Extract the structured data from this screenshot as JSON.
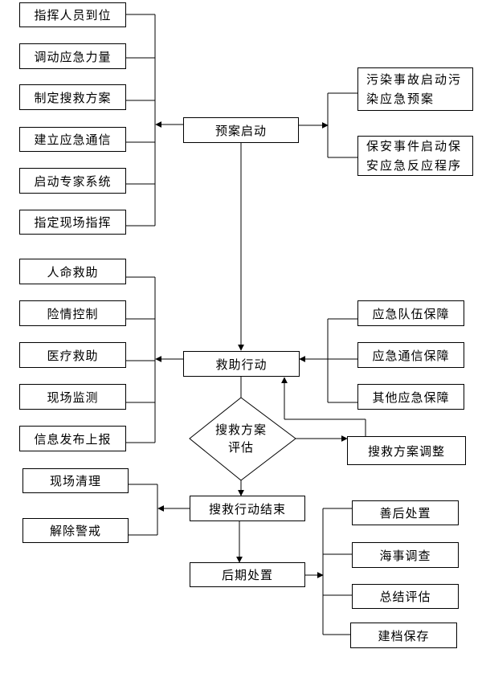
{
  "left_group_1": [
    "指挥人员到位",
    "调动应急力量",
    "制定搜救方案",
    "建立应急通信",
    "启动专家系统",
    "指定现场指挥"
  ],
  "plan_start": "预案启动",
  "right_group_1": [
    "污染事故启动污染应急预案",
    "保安事件启动保安应急反应程序"
  ],
  "left_group_2": [
    "人命救助",
    "险情控制",
    "医疗救助",
    "现场监测",
    "信息发布上报"
  ],
  "rescue_action": "救助行动",
  "right_group_2": [
    "应急队伍保障",
    "应急通信保障",
    "其他应急保障"
  ],
  "evaluation": "搜救方案评估",
  "adjustment": "搜救方案调整",
  "left_group_3": [
    "现场清理",
    "解除警戒"
  ],
  "action_end": "搜救行动结束",
  "aftermath": "后期处置",
  "right_group_3": [
    "善后处置",
    "海事调查",
    "总结评估",
    "建档保存"
  ]
}
